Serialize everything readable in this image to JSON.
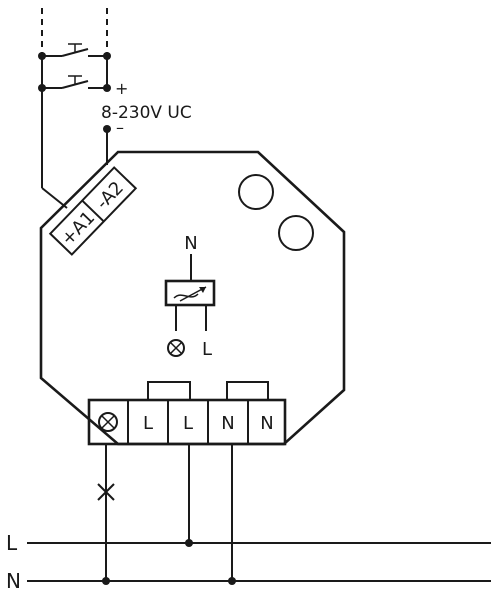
{
  "supply": {
    "plus": "+",
    "voltage": "8-230V UC",
    "minus": "–"
  },
  "device": {
    "terminal_a1": "+A1",
    "terminal_a2": "-A2",
    "symbol_top_label": "N",
    "symbol_right_label": "L"
  },
  "terminals": {
    "lamp": "⊗",
    "l1": "L",
    "l2": "L",
    "n1": "N",
    "n2": "N"
  },
  "mains": {
    "line_label": "L",
    "neutral_label": "N"
  }
}
